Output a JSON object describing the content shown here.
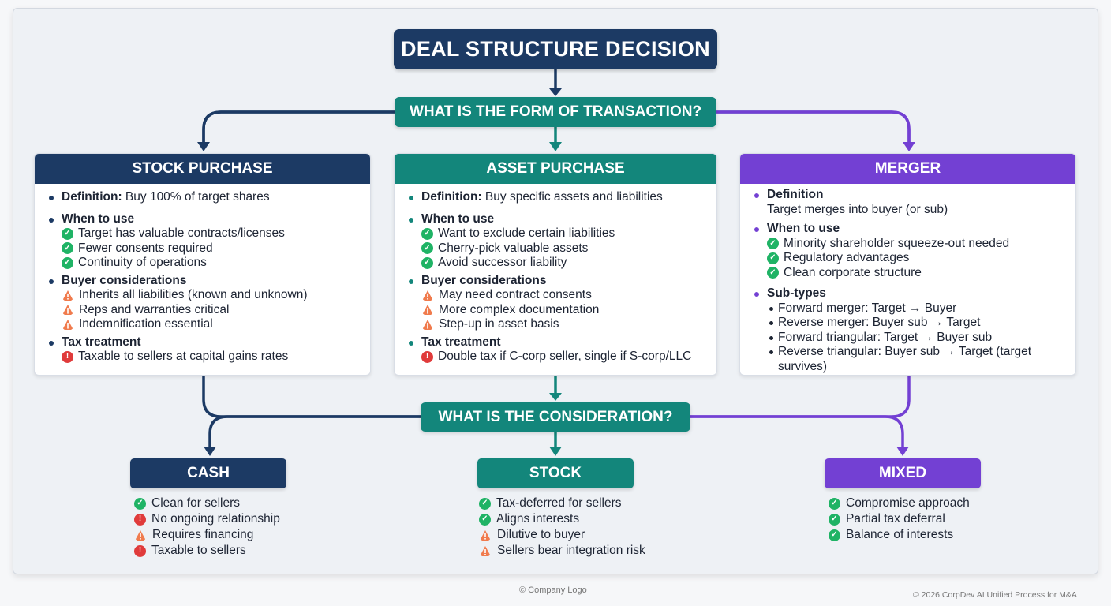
{
  "title": "DEAL STRUCTURE DECISION",
  "question1": "WHAT IS THE FORM OF TRANSACTION?",
  "question2": "WHAT IS THE CONSIDERATION?",
  "colors": {
    "navy": "#1c3a64",
    "teal": "#13867b",
    "purple": "#7340d3",
    "ok": "#1fb365",
    "warn": "#f07b4d",
    "bad": "#e03b3b"
  },
  "stock": {
    "header": "STOCK PURCHASE",
    "def_label": "Definition:",
    "def_text": " Buy 100% of target shares",
    "when_label": "When to use",
    "when": [
      "Target has valuable contracts/licenses",
      "Fewer consents required",
      "Continuity of operations"
    ],
    "buyer_label": "Buyer considerations",
    "buyer": [
      "Inherits all liabilities (known and unknown)",
      "Reps and warranties critical",
      "Indemnification essential"
    ],
    "tax_label": "Tax treatment",
    "tax": "Taxable to sellers at capital gains rates"
  },
  "asset": {
    "header": "ASSET PURCHASE",
    "def_label": "Definition:",
    "def_text": " Buy specific assets and liabilities",
    "when_label": "When to use",
    "when": [
      "Want to exclude certain liabilities",
      "Cherry-pick valuable assets",
      "Avoid successor liability"
    ],
    "buyer_label": "Buyer considerations",
    "buyer": [
      "May need contract consents",
      "More complex documentation",
      "Step-up in asset basis"
    ],
    "tax_label": "Tax treatment",
    "tax": "Double tax if C-corp seller, single if S-corp/LLC"
  },
  "merger": {
    "header": "MERGER",
    "def_label": "Definition",
    "def_text": "Target merges into buyer (or sub)",
    "when_label": "When to use",
    "when": [
      "Minority shareholder squeeze-out needed",
      "Regulatory advantages",
      "Clean corporate structure"
    ],
    "sub_label": "Sub-types",
    "subtypes": [
      "Forward merger: Target → Buyer",
      "Reverse merger: Buyer sub → Target",
      "Forward triangular: Target → Buyer sub",
      "Reverse triangular: Buyer sub → Target (target survives)"
    ]
  },
  "cash": {
    "header": "CASH",
    "items": [
      "Clean for sellers",
      "No ongoing relationship",
      "Requires financing",
      "Taxable to sellers"
    ]
  },
  "stockc": {
    "header": "STOCK",
    "items": [
      "Tax-deferred for sellers",
      "Aligns interests",
      "Dilutive to buyer",
      "Sellers bear integration risk"
    ]
  },
  "mixed": {
    "header": "MIXED",
    "items": [
      "Compromise approach",
      "Partial tax deferral",
      "Balance of interests"
    ]
  },
  "footer_logo": "© Company Logo",
  "footer_copyright": "© 2026 CorpDev AI Unified Process for M&A"
}
